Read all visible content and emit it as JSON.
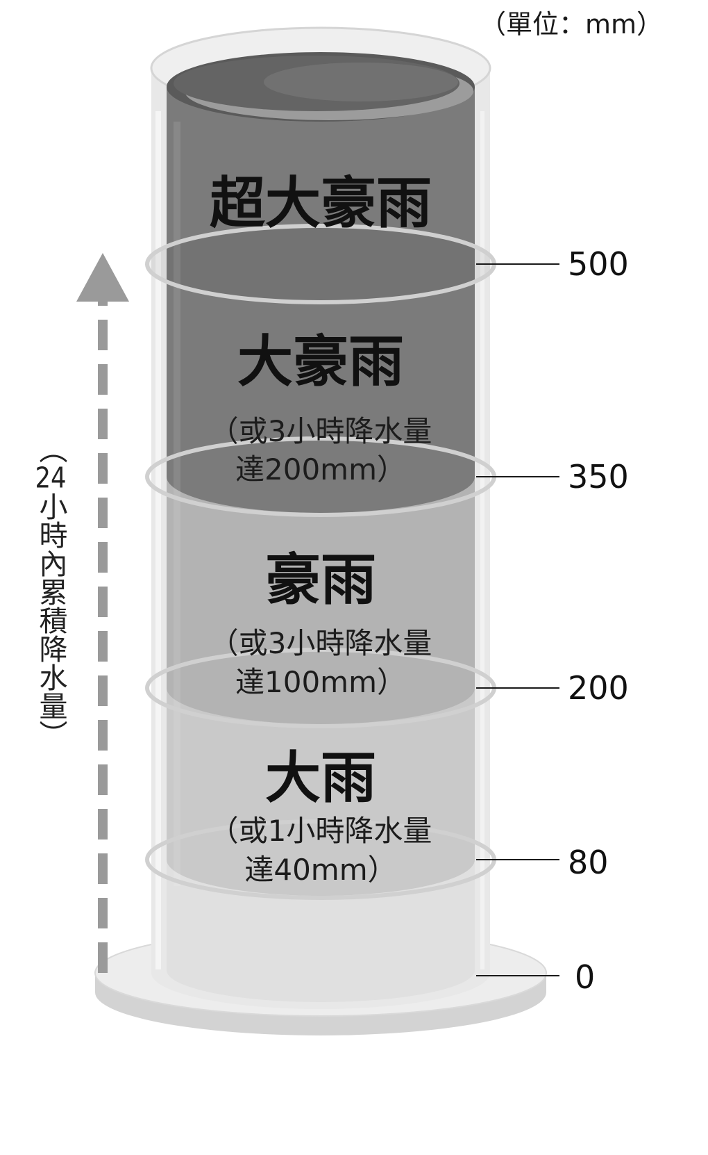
{
  "unit_label": "（單位：mm）",
  "axis_label": "（24小時內累積降水量）",
  "rain_levels": [
    {
      "name": "超大豪雨"
    },
    {
      "name": "大豪雨",
      "note": [
        "（或3小時降水量",
        "達200mm）"
      ]
    },
    {
      "name": "豪雨",
      "note": [
        "（或3小時降水量",
        "達100mm）"
      ]
    },
    {
      "name": "大雨",
      "note": [
        "（或1小時降水量",
        "達40mm）"
      ]
    }
  ],
  "tick_labels": [
    "500",
    "350",
    "200",
    "80",
    "0"
  ],
  "icons": {
    "arrow": "up-arrow-icon"
  },
  "colors": {
    "upper_water": "#7b7b7b",
    "middle_water": "#b3b3b3",
    "lower_water": "#c9c9c9",
    "glass": "#e8e8e8",
    "ring": "#d0d0d0",
    "arrow": "#9a9a9a",
    "text": "#111111"
  }
}
